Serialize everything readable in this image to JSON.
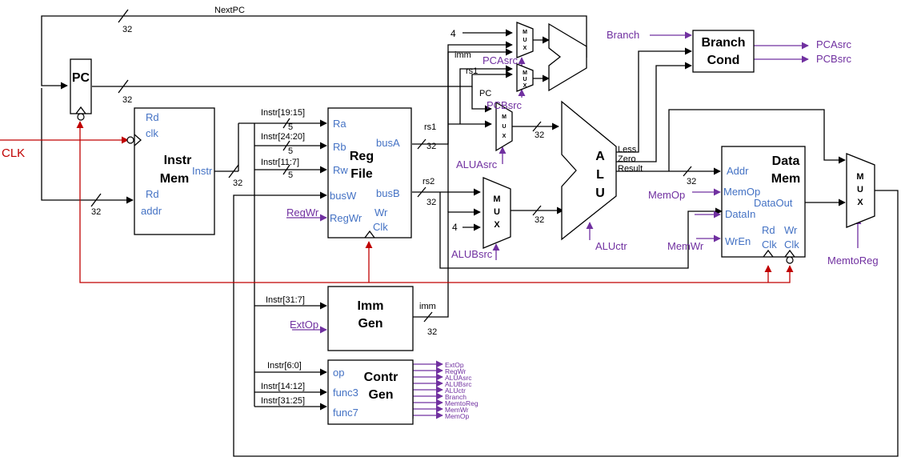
{
  "signals": {
    "clk": "CLK",
    "nextpc": "NextPC",
    "branch": "Branch",
    "pcasrc": "PCAsrc",
    "pcbsrc": "PCBsrc",
    "aluasrc": "ALUAsrc",
    "alubsrc": "ALUBsrc",
    "aluctr": "ALUctr",
    "memop": "MemOp",
    "memwr": "MemWr",
    "memtoreg": "MemtoReg",
    "regwr": "RegWr",
    "extop": "ExtOp",
    "imm": "imm",
    "rs1": "rs1",
    "rs2": "rs2",
    "pc": "PC",
    "four": "4",
    "w32": "32",
    "w5": "5"
  },
  "blocks": {
    "pc": {
      "title": "PC"
    },
    "instr_mem": {
      "title1": "Instr",
      "title2": "Mem",
      "port_rd_clk1": "Rd",
      "port_rd_clk2": "clk",
      "port_instr": "Instr",
      "port_rd_addr1": "Rd",
      "port_rd_addr2": "addr"
    },
    "reg_file": {
      "title1": "Reg",
      "title2": "File",
      "ra": "Ra",
      "rb": "Rb",
      "rw": "Rw",
      "busw": "busW",
      "busa": "busA",
      "busb": "busB",
      "regwr": "RegWr",
      "wr": "Wr",
      "clk": "Clk"
    },
    "imm_gen": {
      "title1": "Imm",
      "title2": "Gen"
    },
    "contr_gen": {
      "title1": "Contr",
      "title2": "Gen",
      "op": "op",
      "func3": "func3",
      "func7": "func7"
    },
    "branch_cond": {
      "title1": "Branch",
      "title2": "Cond"
    },
    "alu": {
      "letters": [
        "A",
        "L",
        "U"
      ],
      "less": "Less",
      "zero": "Zero",
      "result": "Result"
    },
    "data_mem": {
      "title1": "Data",
      "title2": "Mem",
      "addr": "Addr",
      "memop": "MemOp",
      "datain": "DataIn",
      "wren": "WrEn",
      "dataout": "DataOut",
      "rd": "Rd",
      "wr": "Wr",
      "clk": "Clk"
    },
    "mux_label": "MUX"
  },
  "fields": {
    "f19_15": "Instr[19:15]",
    "f24_20": "Instr[24:20]",
    "f11_7": "Instr[11:7]",
    "f31_7": "Instr[31:7]",
    "f6_0": "Instr[6:0]",
    "f14_12": "Instr[14:12]",
    "f31_25": "Instr[31:25]"
  },
  "control_outputs": [
    "ExtOp",
    "RegWr",
    "ALUAsrc",
    "ALUBsrc",
    "ALUctr",
    "Branch",
    "MemtoReg",
    "MemWr",
    "MemOp"
  ]
}
